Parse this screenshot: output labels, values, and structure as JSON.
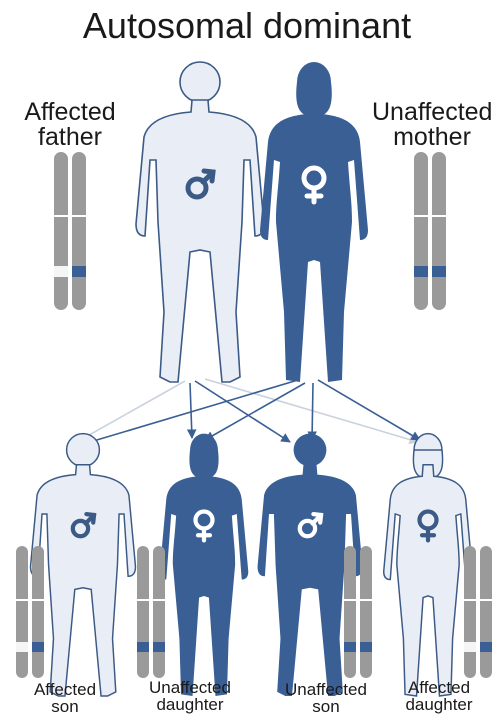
{
  "title": "Autosomal dominant",
  "parents": {
    "father": {
      "label_line1": "Affected",
      "label_line2": "father",
      "symbol": "male-symbol",
      "status": "affected"
    },
    "mother": {
      "label_line1": "Unaffected",
      "label_line2": "mother",
      "symbol": "female-symbol",
      "status": "unaffected"
    }
  },
  "children": [
    {
      "label_line1": "Affected",
      "label_line2": "son",
      "symbol": "male-symbol"
    },
    {
      "label_line1": "Unaffected",
      "label_line2": "daughter",
      "symbol": "female-symbol"
    },
    {
      "label_line1": "Unaffected",
      "label_line2": "son",
      "symbol": "male-symbol"
    },
    {
      "label_line1": "Affected",
      "label_line2": "daughter",
      "symbol": "female-symbol"
    }
  ],
  "colors": {
    "light_figure_fill": "#e9eef6",
    "light_figure_stroke": "#3c5a86",
    "dark_figure": "#3a5f95",
    "chromosome": "#9a9a9a",
    "allele_mutant": "#f5f5f5",
    "allele_normal": "#3a5f95",
    "arrow_light": "#c9d2de",
    "arrow_dark": "#3a5f95"
  }
}
